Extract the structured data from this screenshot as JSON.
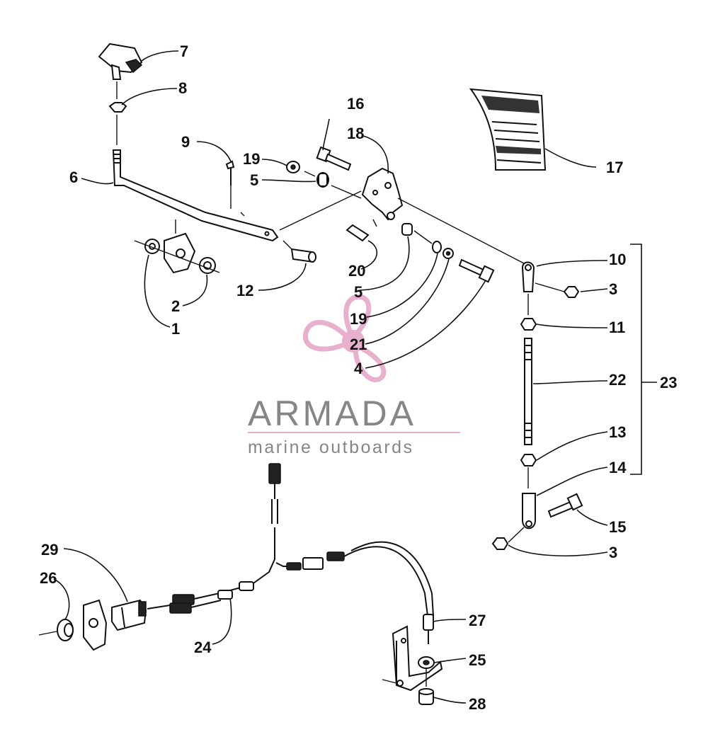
{
  "callouts": [
    {
      "id": "7",
      "text": "7"
    },
    {
      "id": "8",
      "text": "8"
    },
    {
      "id": "9",
      "text": "9"
    },
    {
      "id": "6",
      "text": "6"
    },
    {
      "id": "16",
      "text": "16"
    },
    {
      "id": "18",
      "text": "18"
    },
    {
      "id": "19a",
      "text": "19"
    },
    {
      "id": "5a",
      "text": "5"
    },
    {
      "id": "17",
      "text": "17"
    },
    {
      "id": "12",
      "text": "12"
    },
    {
      "id": "2",
      "text": "2"
    },
    {
      "id": "1",
      "text": "1"
    },
    {
      "id": "20",
      "text": "20"
    },
    {
      "id": "5b",
      "text": "5"
    },
    {
      "id": "19b",
      "text": "19"
    },
    {
      "id": "21",
      "text": "21"
    },
    {
      "id": "4",
      "text": "4"
    },
    {
      "id": "10",
      "text": "10"
    },
    {
      "id": "3a",
      "text": "3"
    },
    {
      "id": "11",
      "text": "11"
    },
    {
      "id": "22",
      "text": "22"
    },
    {
      "id": "23",
      "text": "23"
    },
    {
      "id": "13",
      "text": "13"
    },
    {
      "id": "14",
      "text": "14"
    },
    {
      "id": "15",
      "text": "15"
    },
    {
      "id": "3b",
      "text": "3"
    },
    {
      "id": "29",
      "text": "29"
    },
    {
      "id": "26",
      "text": "26"
    },
    {
      "id": "24",
      "text": "24"
    },
    {
      "id": "27",
      "text": "27"
    },
    {
      "id": "25",
      "text": "25"
    },
    {
      "id": "28",
      "text": "28"
    }
  ],
  "watermark": {
    "title": "ARMADA",
    "subtitle": "marine outboards",
    "accent_color": "#e6a8c8",
    "text_color": "#7a7a7a"
  }
}
